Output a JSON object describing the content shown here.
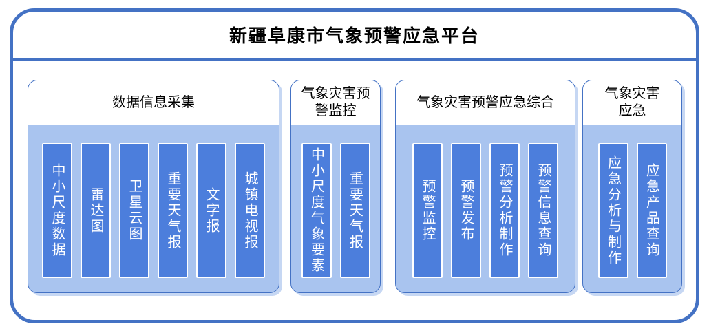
{
  "title": "新疆阜康市气象预警应急平台",
  "groups": [
    {
      "header": "数据信息采集",
      "items": [
        "中小尺度数据",
        "雷达图",
        "卫星云图",
        "重要天气报",
        "文字报",
        "城镇电视报"
      ]
    },
    {
      "header": "气象灾害预\n警监控",
      "items": [
        "中小尺度气象要素",
        "重要天气报"
      ]
    },
    {
      "header": "气象灾害预警应急综合",
      "items": [
        "预警监控",
        "预警发布",
        "预警分析制作",
        "预警信息查询"
      ]
    },
    {
      "header": "气象灾害\n应急",
      "items": [
        "应急分析与制作",
        "应急产品查询"
      ]
    }
  ],
  "colors": {
    "frame-border": "#4472C4",
    "group-border": "#4472C4",
    "group-body": "#A9C4EF",
    "group-shadow": "#C6D7F3",
    "bar-fill": "#4C7EDC",
    "bar-border": "#FFFFFF",
    "title-text": "#000000",
    "bar-text": "#FFFFFF"
  }
}
